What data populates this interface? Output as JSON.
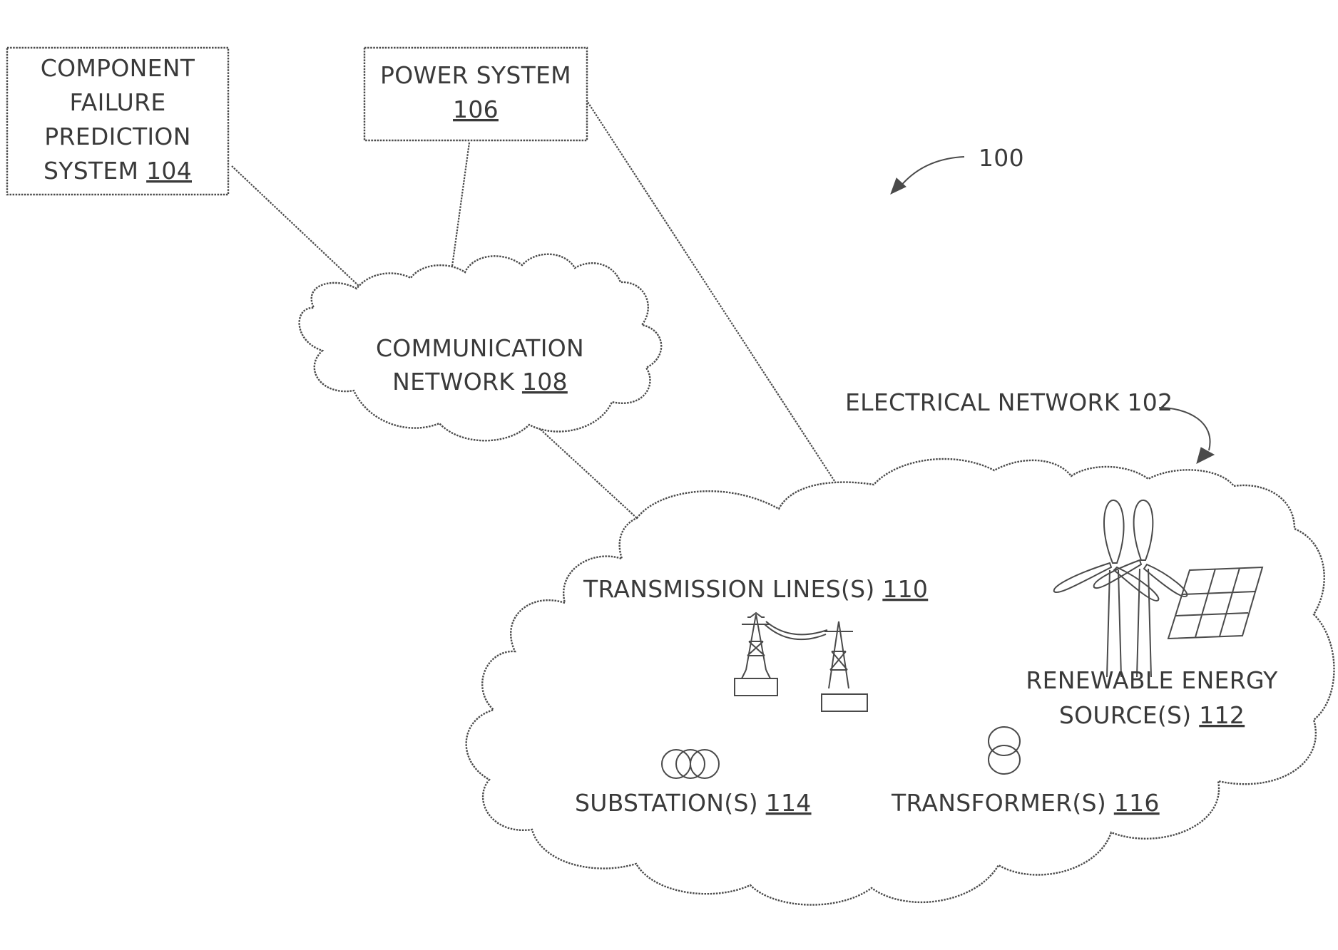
{
  "figure_ref": "100",
  "boxes": {
    "component_failure": {
      "line1": "COMPONENT",
      "line2": "FAILURE",
      "line3": "PREDICTION",
      "line4_text": "SYSTEM ",
      "line4_ref": "104"
    },
    "power_system": {
      "line1": "POWER SYSTEM",
      "ref": "106"
    }
  },
  "communication_network": {
    "line1": "COMMUNICATION",
    "line2_text": "NETWORK ",
    "line2_ref": "108"
  },
  "electrical_network": {
    "label": "ELECTRICAL NETWORK 102"
  },
  "components": {
    "transmission_lines": {
      "text": "TRANSMISSION LINES(S) ",
      "ref": "110"
    },
    "renewable": {
      "line1": "RENEWABLE ENERGY",
      "line2_text": "SOURCE(S) ",
      "line2_ref": "112"
    },
    "substations": {
      "text": "SUBSTATION(S) ",
      "ref": "114"
    },
    "transformers": {
      "text": "TRANSFORMER(S) ",
      "ref": "116"
    }
  }
}
